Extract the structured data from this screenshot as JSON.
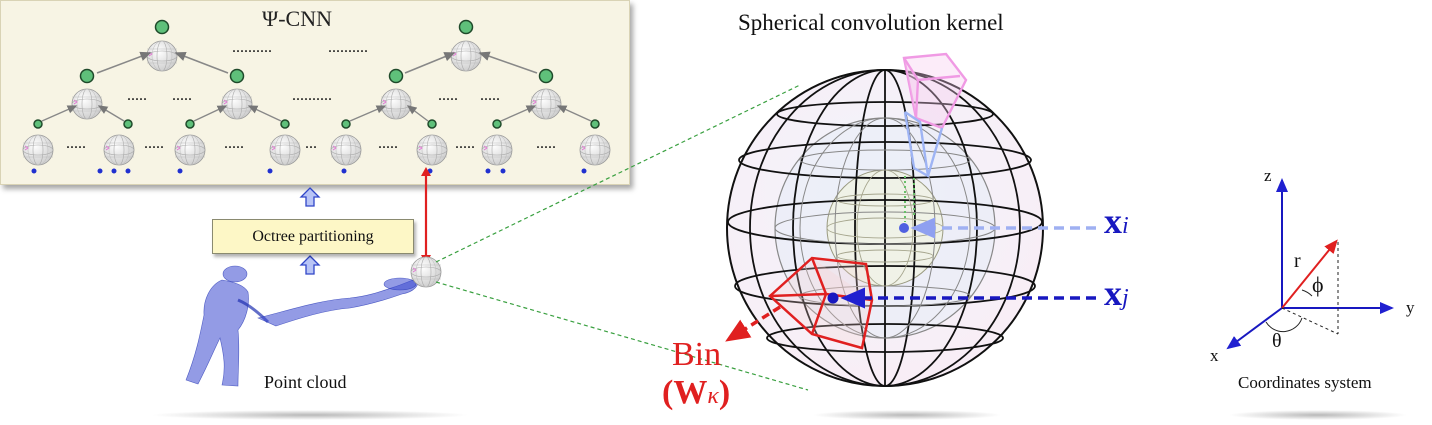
{
  "cnn": {
    "title": "Ψ-CNN",
    "dots": ".........."
  },
  "pipeline": {
    "octree_label": "Octree partitioning",
    "point_cloud_label": "Point cloud"
  },
  "kernel": {
    "title": "Spherical convolution kernel",
    "xi_base": "x",
    "xi_sub": "i",
    "xj_base": "x",
    "xj_sub": "j",
    "bin_label": "Bin",
    "bin_weight_base": "(W",
    "bin_weight_sub": "κ",
    "bin_weight_close": ")"
  },
  "coords": {
    "title": "Coordinates system",
    "z": "z",
    "y": "y",
    "x": "x",
    "r": "r",
    "phi": "ϕ",
    "theta": "θ"
  },
  "colors": {
    "panel_bg": "#f7f4e4",
    "node_green": "#5fc07a",
    "arrow_red": "#e02020",
    "arrow_blue": "#2020d0",
    "pink": "#f0a0e8",
    "light_blue": "#a8b8f0"
  }
}
